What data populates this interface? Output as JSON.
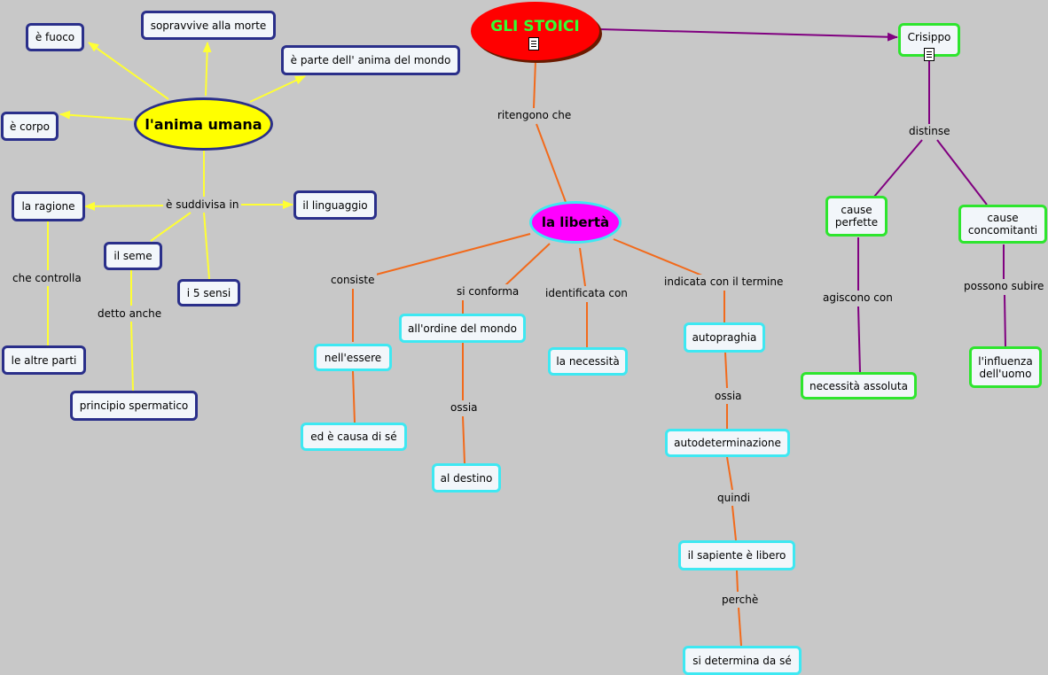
{
  "nodes": {
    "gli_stoici": "GLI STOICI",
    "anima_umana": "l'anima umana",
    "liberta": "la libertà",
    "e_fuoco": "è fuoco",
    "sopravvive": "sopravvive alla morte",
    "parte_anima": "è parte dell' anima del mondo",
    "e_corpo": "è corpo",
    "la_ragione": "la ragione",
    "il_linguaggio": "il linguaggio",
    "il_seme": "il seme",
    "i_5_sensi": "i 5 sensi",
    "altre_parti": "le altre parti",
    "principio": "principio spermatico",
    "crisippo": "Crisippo",
    "cause_perfette": "cause\nperfette",
    "cause_concomitanti": "cause\nconcomitanti",
    "necessita_assoluta": "necessità assoluta",
    "influenza": "l'influenza\ndell'uomo",
    "nell_essere": "nell'essere",
    "causa_di_se": "ed è causa di sé",
    "ordine_mondo": "all'ordine del mondo",
    "al_destino": "al destino",
    "la_necessita": "la necessità",
    "autopraghia": "autopraghia",
    "autodeterminazione": "autodeterminazione",
    "sapiente": "il sapiente è libero",
    "determina": "si determina da sé"
  },
  "links": {
    "ritengono_che": "ritengono che",
    "suddivisa_in": "è suddivisa in",
    "che_controlla": "che controlla",
    "detto_anche": "detto anche",
    "distinse": "distinse",
    "agiscono_con": "agiscono con",
    "possono_subire": "possono subire",
    "consiste": "consiste",
    "si_conforma": "si conforma",
    "identificata_con": "identificata con",
    "indicata_con": "indicata con il termine",
    "ossia_1": "ossia",
    "ossia_2": "ossia",
    "quindi": "quindi",
    "perche": "perchè"
  },
  "colors": {
    "yellow_links": "#ffff33",
    "orange_links": "#f26a1b",
    "purple_links": "#800080",
    "title_fill": "#ff0000",
    "title_text": "#33ff33",
    "anima_fill": "#ffff00",
    "liberta_fill": "#ff00ff"
  },
  "icons": [
    "document-icon",
    "document-icon"
  ]
}
